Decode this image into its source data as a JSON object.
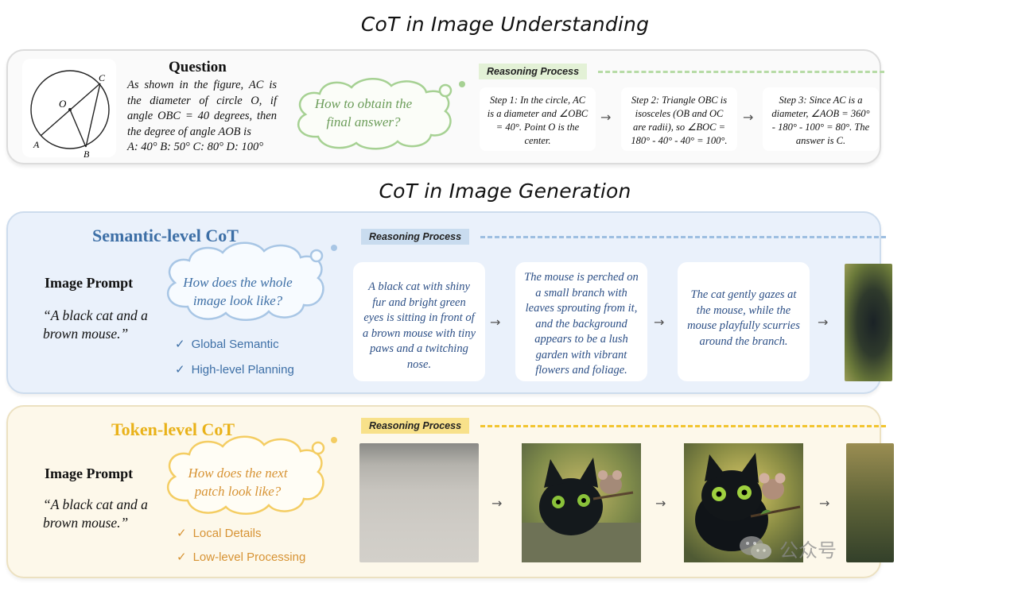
{
  "understanding": {
    "section_title": "CoT in Image Understanding",
    "geometry_labels": {
      "c": "C",
      "o": "O",
      "a": "A",
      "b": "B"
    },
    "question_title": "Question",
    "question_text": "As shown in the figure, AC is the diameter of circle O, if angle OBC = 40 degrees, then the degree of angle AOB is",
    "options": "A: 40° B: 50° C: 80° D: 100°",
    "cloud_text": "How to obtain the final answer?",
    "reasoning_label": "Reasoning Process",
    "steps": [
      "Step 1: In the circle, AC is a diameter and ∠OBC = 40°. Point O is the center.",
      "Step 2: Triangle OBC is isosceles (OB and OC are radii), so ∠BOC = 180° - 40° - 40° = 100°.",
      "Step 3: Since AC is a diameter, ∠AOB = 360° - 180° - 100° = 80°. The answer is C."
    ],
    "colors": {
      "accent": "#9cc98a",
      "tag_bg": "#e3f1d6",
      "cloud_text": "#6c9d5a"
    }
  },
  "generation": {
    "section_title": "CoT in Image Generation",
    "semantic": {
      "title": "Semantic-level CoT",
      "image_prompt_label": "Image Prompt",
      "image_prompt_text": "“A black cat and a brown mouse.”",
      "cloud_text": "How does the whole image look like?",
      "checks": [
        "Global Semantic",
        "High-level Planning"
      ],
      "reasoning_label": "Reasoning Process",
      "steps": [
        "A black cat with shiny fur and bright green eyes is sitting in front of a brown mouse with tiny paws and a twitching nose.",
        "The mouse is perched on a small branch with leaves sprouting from it, and the background appears to be a lush garden with vibrant flowers and foliage.",
        "The cat gently gazes at the mouse, while the mouse playfully scurries around the branch."
      ],
      "colors": {
        "accent": "#3d6fa6",
        "dash": "#9ebfe1",
        "tag_bg": "#c9dcef",
        "cloud_border": "#a8c6e5"
      }
    },
    "token": {
      "title": "Token-level CoT",
      "image_prompt_label": "Image Prompt",
      "image_prompt_text": "“A black cat and a brown mouse.”",
      "cloud_text": "How does the next patch look like?",
      "checks": [
        "Local Details",
        "Low-level Processing"
      ],
      "reasoning_label": "Reasoning Process",
      "colors": {
        "accent": "#e9b21a",
        "dash": "#f2c530",
        "tag_bg": "#f8e18a",
        "cloud_text": "#d79334"
      }
    }
  },
  "watermark": {
    "text": "公众号"
  }
}
